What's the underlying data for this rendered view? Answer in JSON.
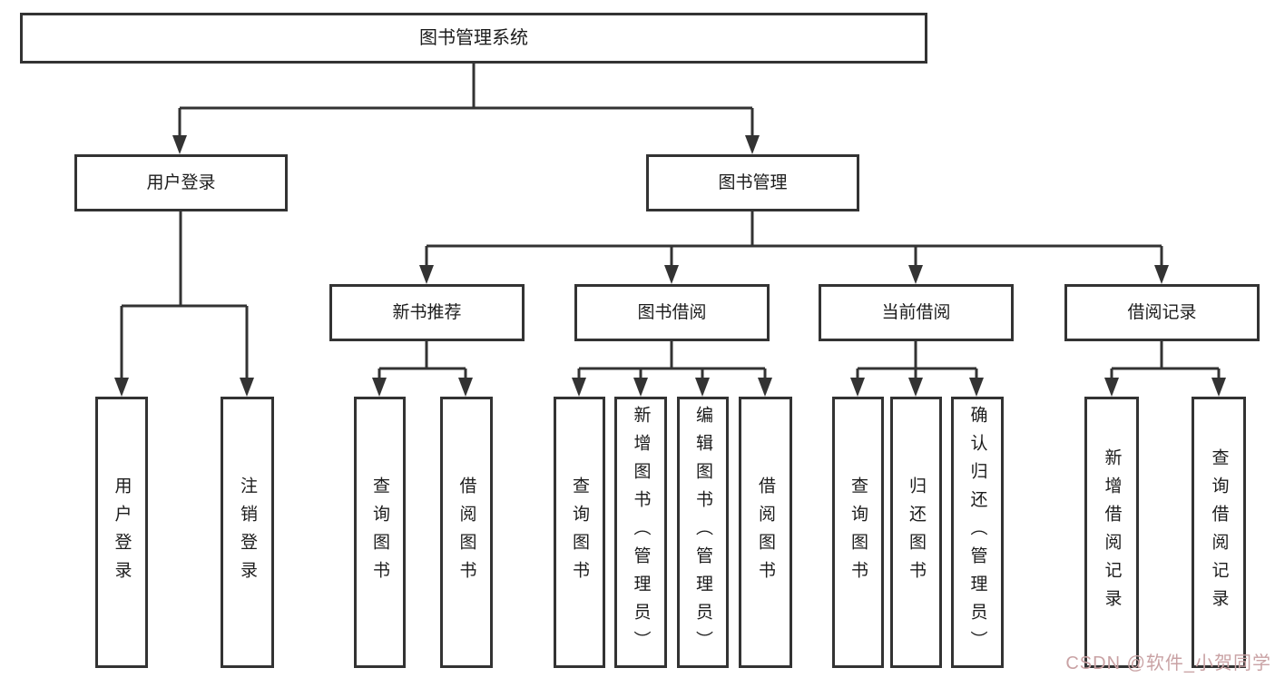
{
  "diagram": {
    "type": "tree",
    "line_color": "#333333",
    "node_background": "#ffffff",
    "text_color": "#1c1c1c",
    "root": {
      "label": "图书管理系统"
    },
    "branches": [
      {
        "label": "用户登录",
        "children": [
          {
            "label": "用户登录"
          },
          {
            "label": "注销登录"
          }
        ]
      },
      {
        "label": "图书管理",
        "children": [
          {
            "label": "新书推荐",
            "children": [
              {
                "label": "查询图书"
              },
              {
                "label": "借阅图书"
              }
            ]
          },
          {
            "label": "图书借阅",
            "children": [
              {
                "label": "查询图书"
              },
              {
                "label": "新增图书（管理员）"
              },
              {
                "label": "编辑图书（管理员）"
              },
              {
                "label": "借阅图书"
              }
            ]
          },
          {
            "label": "当前借阅",
            "children": [
              {
                "label": "查询图书"
              },
              {
                "label": "归还图书"
              },
              {
                "label": "确认归还（管理员）"
              }
            ]
          },
          {
            "label": "借阅记录",
            "children": [
              {
                "label": "新增借阅记录"
              },
              {
                "label": "查询借阅记录"
              }
            ]
          }
        ]
      }
    ]
  },
  "watermark": {
    "text": "CSDN @软件_小贺同学",
    "color": "#c9a2a4"
  }
}
